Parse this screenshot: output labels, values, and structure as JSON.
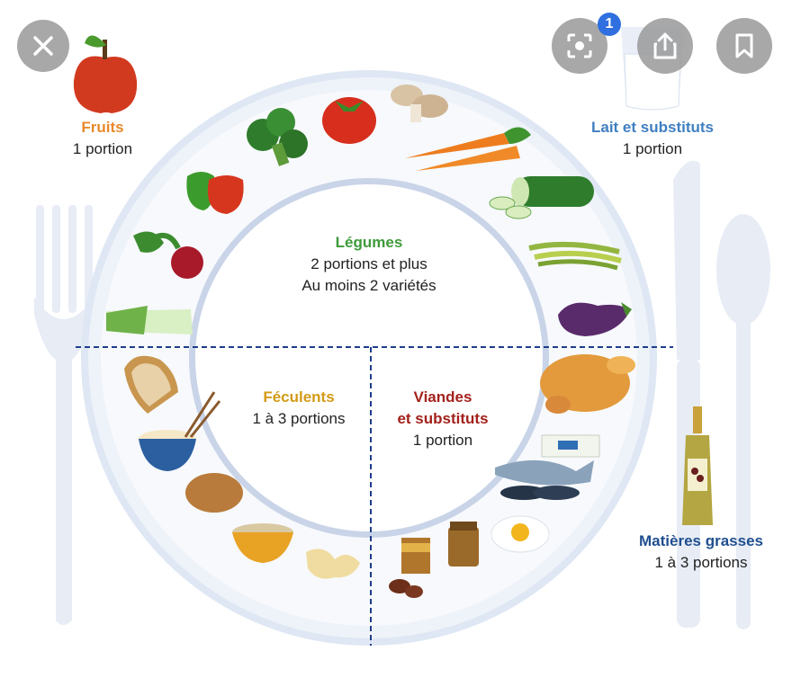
{
  "nav": {
    "close_icon": "close-icon",
    "lens_icon": "lens-scan-icon",
    "share_icon": "share-icon",
    "bookmark_icon": "bookmark-icon",
    "lens_badge": "1"
  },
  "plate": {
    "fruits": {
      "title": "Fruits",
      "portion": "1 portion"
    },
    "lait": {
      "title": "Lait et substituts",
      "portion": "1 portion"
    },
    "legumes": {
      "title": "Légumes",
      "line1": "2 portions et plus",
      "line2": "Au moins 2 variétés"
    },
    "feculents": {
      "title": "Féculents",
      "portion": "1 à 3 portions"
    },
    "viandes": {
      "title1": "Viandes",
      "title2": "et substituts",
      "portion": "1 portion"
    },
    "matieres": {
      "title": "Matières grasses",
      "portion": "1 à 3 portions"
    }
  },
  "food_items": [
    "apple",
    "glass-of-milk",
    "broccoli",
    "tomato",
    "mushrooms",
    "carrots",
    "peppers",
    "cucumber",
    "radishes",
    "green-beans",
    "leek",
    "eggplant",
    "bread",
    "chicken",
    "rice-bowl",
    "tofu",
    "potato",
    "fish",
    "cereal-bowl",
    "egg",
    "pasta",
    "canned-beans",
    "jar",
    "olive-oil-bottle",
    "knife",
    "fork",
    "spoon"
  ],
  "colors": {
    "rim": "#e4ebf6",
    "divider": "#1f3d8a",
    "cutlery": "#e7ecf5"
  }
}
